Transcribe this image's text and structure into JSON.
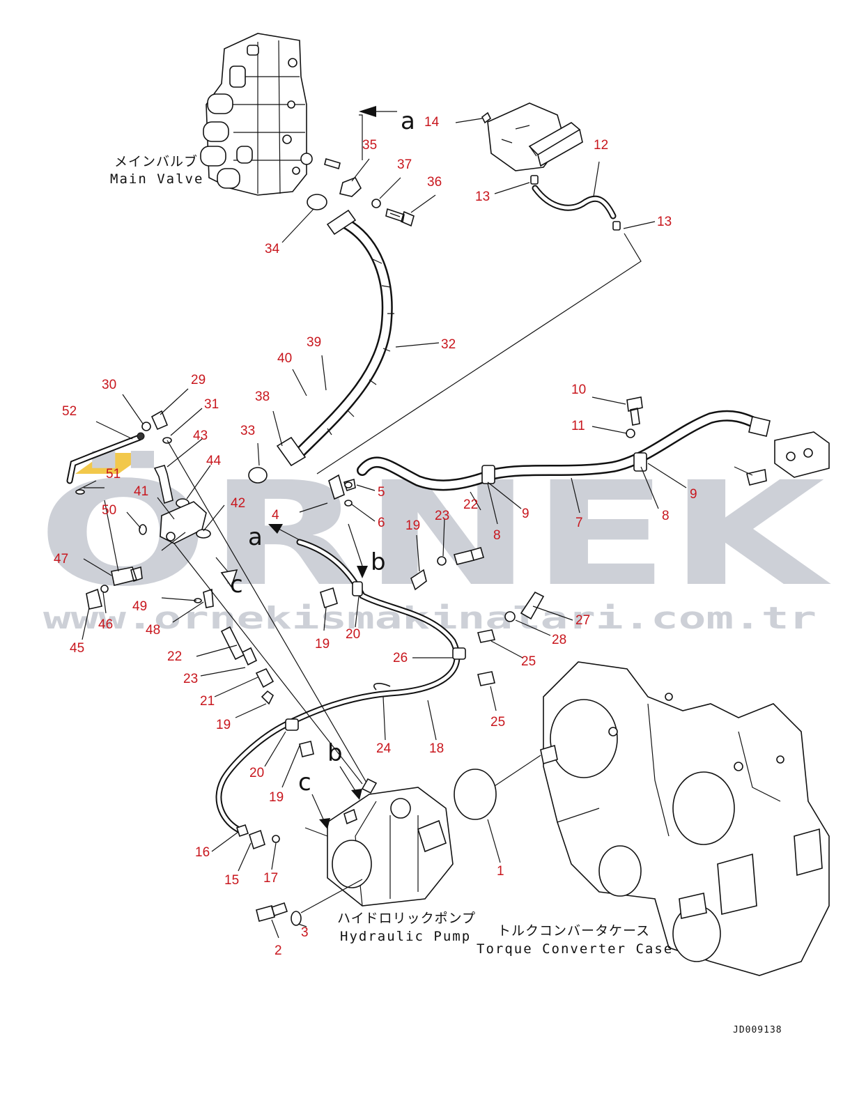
{
  "watermark": {
    "brand": "ÖRNEK",
    "url": "www.ornekismakinalari.com.tr"
  },
  "labels": {
    "main_valve_jp": "メインバルブ",
    "main_valve_en": "Main Valve",
    "pump_jp": "ハイドロリックポンプ",
    "pump_en": "Hydraulic Pump",
    "torque_jp": "トルクコンバータケース",
    "torque_en": "Torque Converter Case",
    "drawing_code": "JD009138"
  },
  "flow_markers": [
    "a",
    "a",
    "b",
    "b",
    "c",
    "c"
  ],
  "part_numbers": [
    "1",
    "2",
    "3",
    "4",
    "5",
    "6",
    "7",
    "8",
    "8",
    "9",
    "9",
    "10",
    "11",
    "12",
    "13",
    "13",
    "14",
    "15",
    "16",
    "17",
    "18",
    "19",
    "19",
    "19",
    "19",
    "20",
    "20",
    "21",
    "22",
    "22",
    "23",
    "23",
    "24",
    "25",
    "25",
    "26",
    "27",
    "28",
    "29",
    "30",
    "31",
    "32",
    "33",
    "34",
    "35",
    "36",
    "37",
    "38",
    "39",
    "40",
    "41",
    "42",
    "43",
    "44",
    "45",
    "46",
    "47",
    "48",
    "49",
    "50",
    "51",
    "52"
  ],
  "colors": {
    "callout": "#c8161d",
    "linework": "#111111",
    "watermark": "#cdd0d7",
    "watermark_accent": "#f2c84b"
  }
}
